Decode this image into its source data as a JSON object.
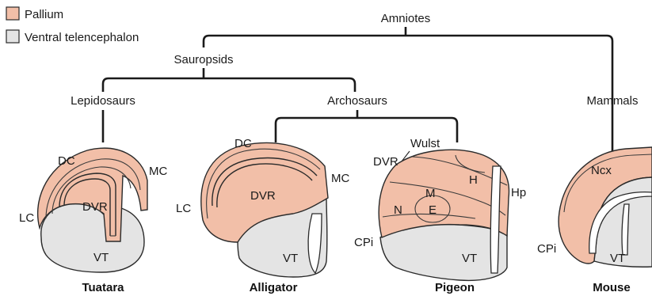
{
  "legend": {
    "items": [
      {
        "label": "Pallium",
        "color": "#f2bfa8"
      },
      {
        "label": "Ventral telencephalon",
        "color": "#e4e4e4"
      }
    ]
  },
  "tree": {
    "amniotes": "Amniotes",
    "sauropsids": "Sauropsids",
    "lepidosaurs": "Lepidosaurs",
    "archosaurs": "Archosaurs",
    "mammals": "Mammals"
  },
  "species": {
    "tuatara": {
      "name": "Tuatara",
      "labels": {
        "dc": "DC",
        "mc": "MC",
        "lc": "LC",
        "dvr": "DVR",
        "vt": "VT"
      }
    },
    "alligator": {
      "name": "Alligator",
      "labels": {
        "dc": "DC",
        "mc": "MC",
        "lc": "LC",
        "dvr": "DVR",
        "vt": "VT"
      }
    },
    "pigeon": {
      "name": "Pigeon",
      "labels": {
        "wulst": "Wulst",
        "dvr": "DVR",
        "h": "H",
        "m": "M",
        "hp": "Hp",
        "n": "N",
        "e": "E",
        "cpi": "CPi",
        "vt": "VT"
      }
    },
    "mouse": {
      "name": "Mouse",
      "labels": {
        "ncx": "Ncx",
        "cpi": "CPi",
        "vt": "VT"
      }
    }
  }
}
